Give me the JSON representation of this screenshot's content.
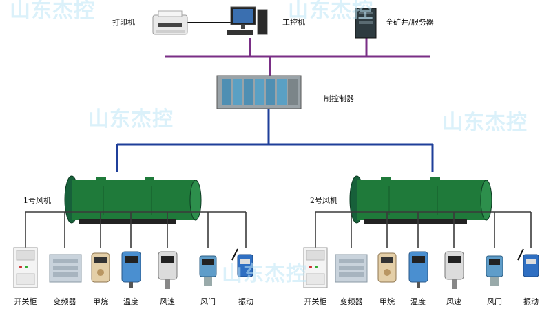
{
  "top_devices": {
    "printer": "打印机",
    "ipc": "工控机",
    "server": "全矿井/服务器"
  },
  "controller": "制控制器",
  "fans": [
    {
      "label": "1号风机",
      "sensors": [
        "开关柜",
        "变频器",
        "甲烷",
        "温度",
        "风速",
        "风门",
        "振动"
      ]
    },
    {
      "label": "2号风机",
      "sensors": [
        "开关柜",
        "变频器",
        "甲烷",
        "温度",
        "风速",
        "风门",
        "振动"
      ]
    }
  ],
  "watermark": "山东杰控",
  "colors": {
    "bus": "#7a2f86",
    "tree": "#1f3f9a",
    "sensor_line": "#3a3a3a",
    "fan": "#1f7a3a"
  }
}
